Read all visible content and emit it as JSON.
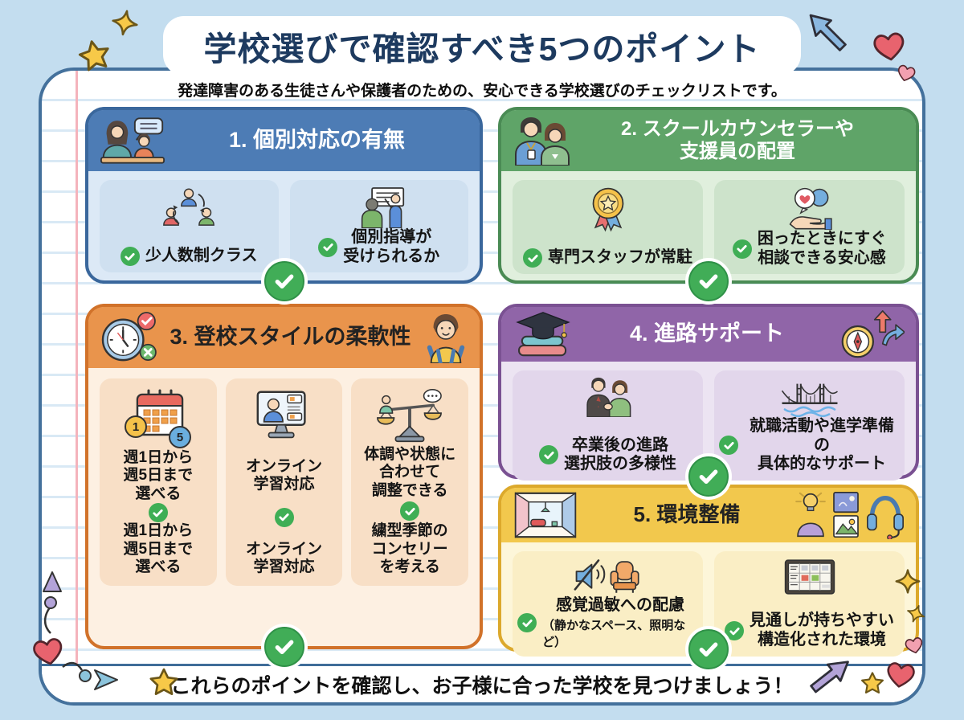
{
  "page": {
    "title": "学校選びで確認すべき5つのポイント",
    "subtitle": "発達障害のある生徒さんや保護者のための、安心できる学校選びのチェックリストです。",
    "footer": "これらのポイントを確認し、お子様に合った学校を見つけましょう！"
  },
  "palette": {
    "background": "#c3ddef",
    "paper_border": "#44719c",
    "margin_line": "#f4b3bc",
    "ruled_line": "#d9e9f5",
    "title_text": "#1d3a5f",
    "check_green": "#3fae55",
    "card1_header": "#4d7cb5",
    "card2_header": "#5fa468",
    "card3_header": "#e9944c",
    "card4_header": "#9065a8",
    "card5_header": "#f2c84d"
  },
  "icons": {
    "calendar_min": "1",
    "calendar_max": "5"
  },
  "cards": [
    {
      "title": "1. 個別対応の有無",
      "items": [
        {
          "icon": "small-group-icon",
          "text": "少人数制クラス"
        },
        {
          "icon": "individual-teaching-icon",
          "text": "個別指導が\n受けられるか"
        }
      ]
    },
    {
      "title": "2. スクールカウンセラーや\n支援員の配置",
      "items": [
        {
          "icon": "award-ribbon-icon",
          "text": "専門スタッフが常駐"
        },
        {
          "icon": "heart-support-icon",
          "text": "困ったときにすぐ\n相談できる安心感"
        }
      ]
    },
    {
      "title": "3. 登校スタイルの柔軟性",
      "columns": [
        {
          "icon": "calendar-icon",
          "text_top": "週1日から\n週5日まで\n選べる",
          "text_bottom": "週1日から\n週5日まで\n選べる"
        },
        {
          "icon": "online-learning-icon",
          "text_top": "オンライン\n学習対応",
          "text_bottom": "オンライン\n学習対応"
        },
        {
          "icon": "balance-scale-icon",
          "text_top": "体調や状態に\n合わせて\n調整できる",
          "text_bottom": "繍型季節の\nコンセリー\nを考える"
        }
      ]
    },
    {
      "title": "4. 進路サポート",
      "items": [
        {
          "icon": "handshake-icon",
          "text": "卒業後の進路\n選択肢の多様性"
        },
        {
          "icon": "bridge-icon",
          "text": "就職活動や進学準備の\n具体的なサポート"
        }
      ]
    },
    {
      "title": "5. 環境整備",
      "items": [
        {
          "icon": "quiet-space-icon",
          "text": "感覚過敏への配慮",
          "note": "（静かなスペース、照明など）"
        },
        {
          "icon": "schedule-board-icon",
          "text": "見通しが持ちやすい\n構造化された環境"
        }
      ]
    }
  ]
}
